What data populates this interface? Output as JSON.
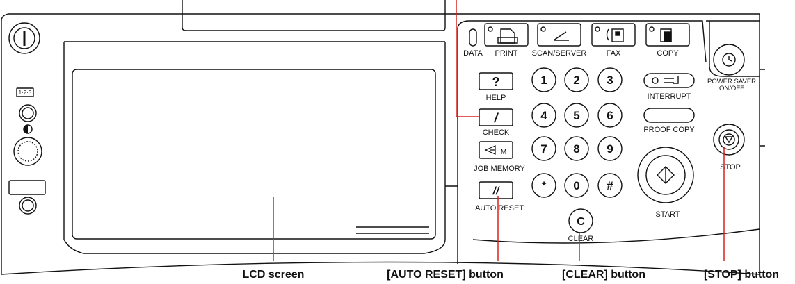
{
  "panel": {
    "data_label": "DATA",
    "mode_buttons": [
      {
        "label": "PRINT",
        "icon": "print-icon"
      },
      {
        "label": "SCAN/SERVER",
        "icon": "scan-icon"
      },
      {
        "label": "FAX",
        "icon": "fax-icon"
      },
      {
        "label": "COPY",
        "icon": "copy-icon"
      }
    ],
    "left_column": {
      "counter_label": "1·2·3",
      "contrast_icon": "half-circle-icon"
    },
    "function_buttons": [
      {
        "label": "HELP",
        "icon_text": "?"
      },
      {
        "label": "CHECK",
        "icon_text": "/"
      },
      {
        "label": "JOB MEMORY",
        "icon_text": "M"
      },
      {
        "label": "AUTO RESET",
        "icon_text": "//"
      }
    ],
    "keypad": [
      "1",
      "2",
      "3",
      "4",
      "5",
      "6",
      "7",
      "8",
      "9",
      "*",
      "0",
      "#"
    ],
    "clear_key": "C",
    "clear_label": "CLEAR",
    "interrupt_label": "INTERRUPT",
    "proof_copy_label": "PROOF COPY",
    "start_label": "START",
    "power_saver_label_1": "POWER SAVER",
    "power_saver_label_2": "ON/OFF",
    "stop_label": "STOP"
  },
  "callouts": {
    "lcd": "LCD screen",
    "auto_reset": "[AUTO RESET] button",
    "clear": "[CLEAR] button",
    "stop": "[STOP] button"
  }
}
